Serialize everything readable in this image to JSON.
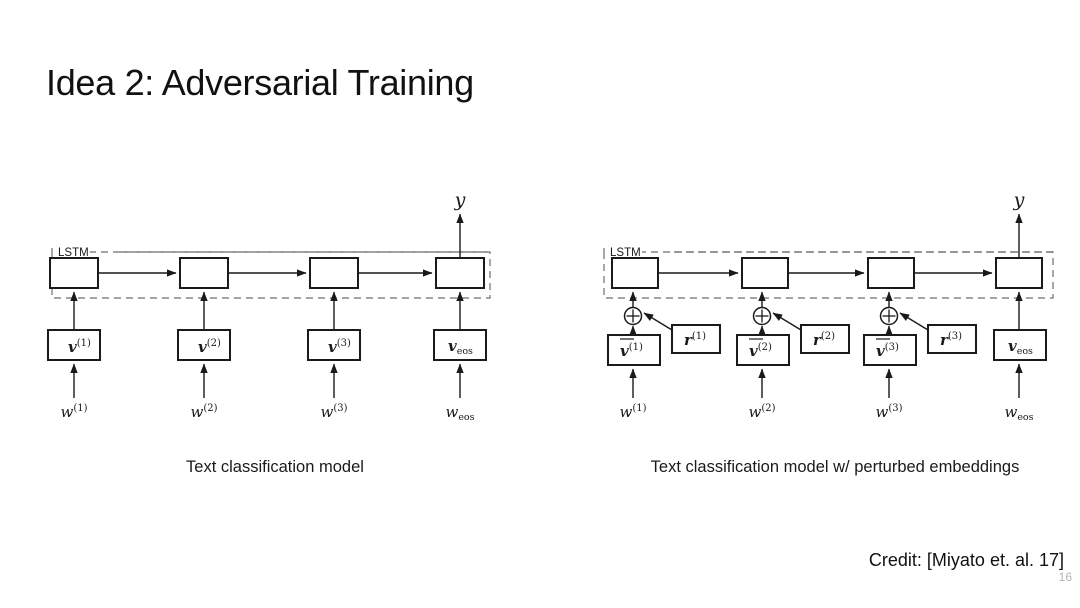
{
  "slide": {
    "title": "Idea 2: Adversarial Training",
    "credit": "Credit: [Miyato et. al. 17]",
    "page_number": "16",
    "background_color": "#ffffff",
    "ink_color": "#1a1a1a",
    "page_number_color": "#b4b4b4"
  },
  "diagrams": [
    {
      "id": "plain-model",
      "caption": "Text classification model",
      "lstm_label": "LSTM",
      "output_label": "y",
      "perturbed": false,
      "columns": [
        {
          "word": "w",
          "word_sup": "(1)",
          "word_sub": "",
          "embed": "v",
          "embed_sup": "(1)",
          "embed_sub": "",
          "embed_bar": false,
          "perturb": null
        },
        {
          "word": "w",
          "word_sup": "(2)",
          "word_sub": "",
          "embed": "v",
          "embed_sup": "(2)",
          "embed_sub": "",
          "embed_bar": false,
          "perturb": null
        },
        {
          "word": "w",
          "word_sup": "(3)",
          "word_sub": "",
          "embed": "v",
          "embed_sup": "(3)",
          "embed_sub": "",
          "embed_bar": false,
          "perturb": null
        },
        {
          "word": "w",
          "word_sup": "",
          "word_sub": "eos",
          "embed": "v",
          "embed_sup": "",
          "embed_sub": "eos",
          "embed_bar": false,
          "perturb": null
        }
      ]
    },
    {
      "id": "perturbed-model",
      "caption": "Text classification model w/ perturbed embeddings",
      "lstm_label": "LSTM",
      "output_label": "y",
      "perturbed": true,
      "plus_symbol": "+",
      "columns": [
        {
          "word": "w",
          "word_sup": "(1)",
          "word_sub": "",
          "embed": "v",
          "embed_sup": "(1)",
          "embed_sub": "",
          "embed_bar": true,
          "perturb": "r",
          "perturb_sup": "(1)"
        },
        {
          "word": "w",
          "word_sup": "(2)",
          "word_sub": "",
          "embed": "v",
          "embed_sup": "(2)",
          "embed_sub": "",
          "embed_bar": true,
          "perturb": "r",
          "perturb_sup": "(2)"
        },
        {
          "word": "w",
          "word_sup": "(3)",
          "word_sub": "",
          "embed": "v",
          "embed_sup": "(3)",
          "embed_sub": "",
          "embed_bar": true,
          "perturb": "r",
          "perturb_sup": "(3)"
        },
        {
          "word": "w",
          "word_sup": "",
          "word_sub": "eos",
          "embed": "v",
          "embed_sup": "",
          "embed_sub": "eos",
          "embed_bar": false,
          "perturb": null
        }
      ]
    }
  ]
}
